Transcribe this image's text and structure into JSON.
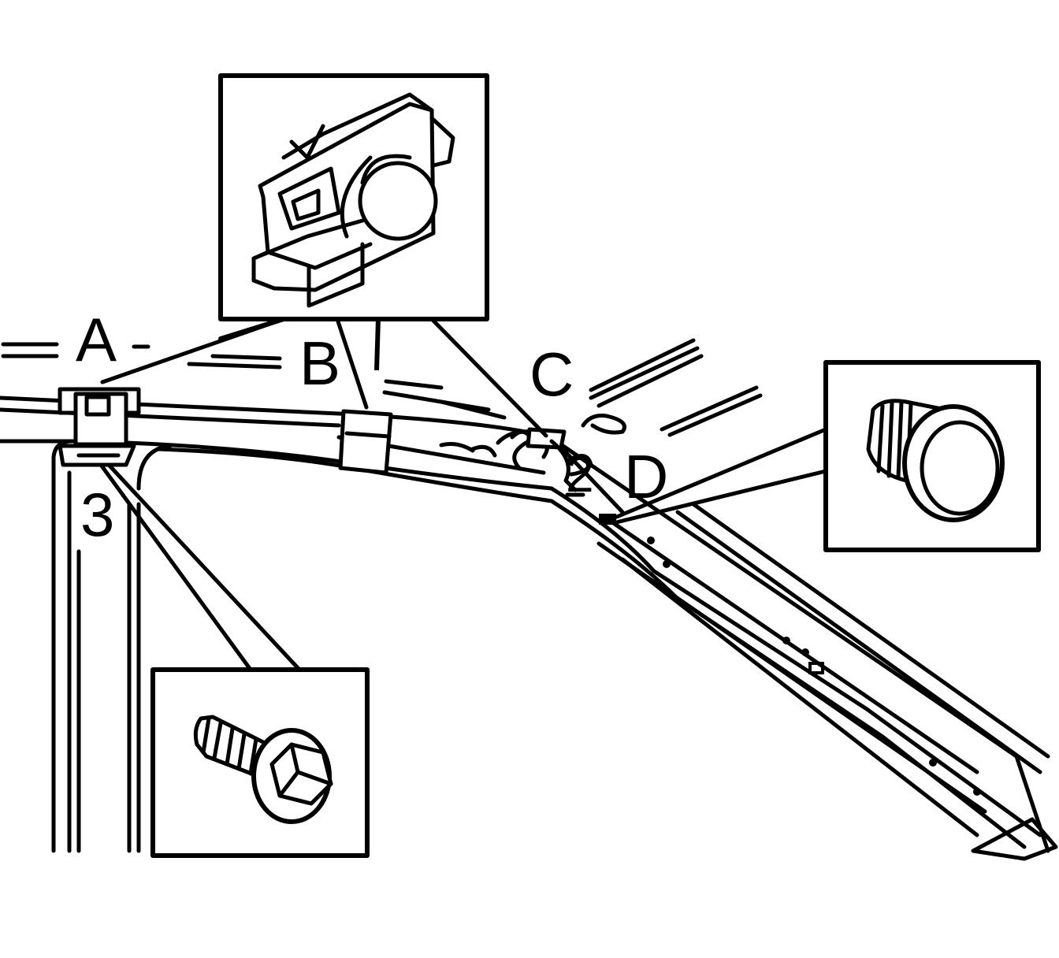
{
  "labels": {
    "a": "A",
    "b": "B",
    "c": "C",
    "d": "D",
    "n2": "2",
    "n3": "3"
  },
  "insets": {
    "top": "clip-icon",
    "right": "push-pin-fastener-icon",
    "bottom": "bolt-icon"
  },
  "colors": {
    "line": "#000000",
    "background": "#ffffff"
  }
}
